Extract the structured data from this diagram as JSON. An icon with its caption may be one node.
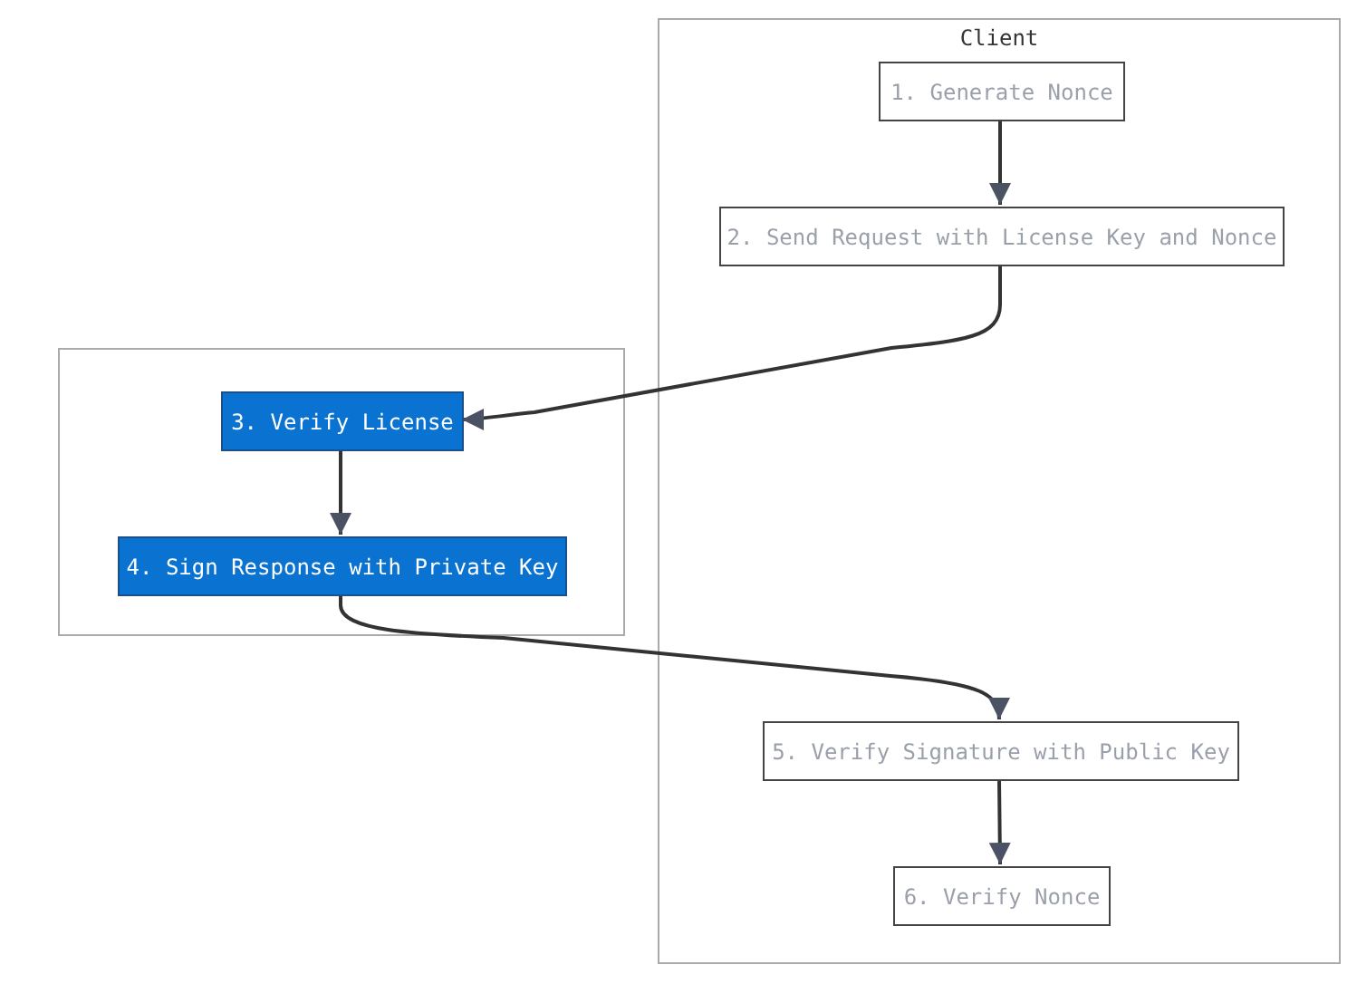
{
  "diagram": {
    "nodes": [
      {
        "text": [
          "Client"
        ]
      },
      {
        "text": [
          "1. Generate Nonce"
        ],
        "in": 0
      },
      {
        "text": [
          "2. Send Request with License Key and Nonce"
        ],
        "in": 0
      },
      {
        "text": [],
        "shape": "box"
      },
      {
        "text": [
          "3. Verify License"
        ],
        "in": 3
      },
      {
        "text": [
          "4. Sign Response with Private Key"
        ],
        "in": 3
      },
      {
        "text": [
          "5. Verify Signature with Public Key"
        ],
        "in": 0
      },
      {
        "text": [
          "6. Verify Nonce"
        ],
        "in": 0
      }
    ],
    "edges": [
      {
        "from": 1,
        "to": 2,
        "arrow": "to"
      },
      {
        "from": 2,
        "to": 4,
        "arrow": "to"
      },
      {
        "from": 4,
        "to": 5,
        "arrow": "to"
      },
      {
        "from": 5,
        "to": 6,
        "arrow": "to"
      },
      {
        "from": 6,
        "to": 7,
        "arrow": "to"
      }
    ]
  }
}
